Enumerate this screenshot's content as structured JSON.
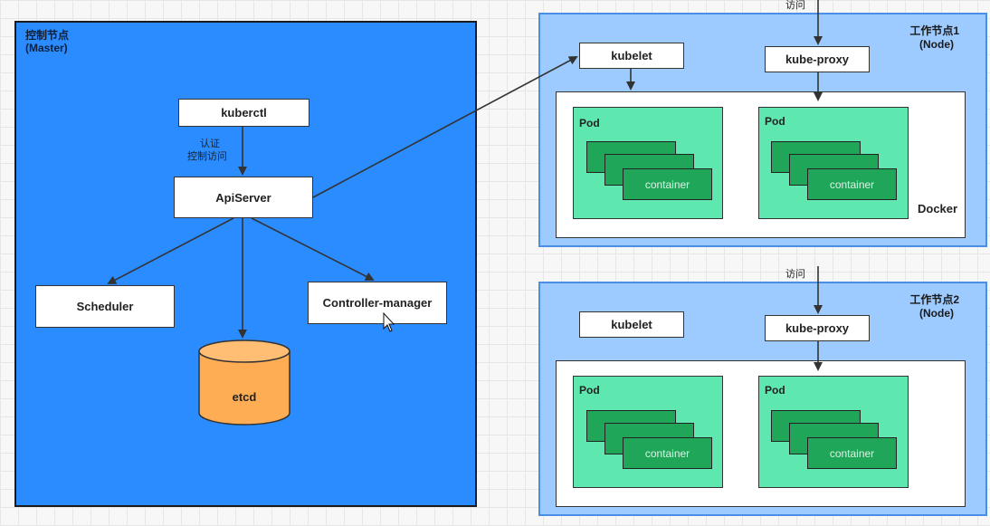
{
  "master": {
    "title_line1": "控制节点",
    "title_line2": "(Master)"
  },
  "components": {
    "kuberctl": "kuberctl",
    "auth_line1": "认证",
    "auth_line2": "控制访问",
    "apiserver": "ApiServer",
    "scheduler": "Scheduler",
    "controller_manager": "Controller-manager",
    "etcd": "etcd"
  },
  "node1": {
    "title_line1": "工作节点1",
    "title_line2": "(Node)",
    "kubelet": "kubelet",
    "kube_proxy": "kube-proxy",
    "access_label": "访问",
    "docker": "Docker",
    "pods": [
      {
        "label": "Pod",
        "container": "container"
      },
      {
        "label": "Pod",
        "container": "container"
      }
    ]
  },
  "node2": {
    "title_line1": "工作节点2",
    "title_line2": "(Node)",
    "kubelet": "kubelet",
    "kube_proxy": "kube-proxy",
    "access_label": "访问",
    "pods": [
      {
        "label": "Pod",
        "container": "container"
      },
      {
        "label": "Pod",
        "container": "container"
      }
    ]
  }
}
